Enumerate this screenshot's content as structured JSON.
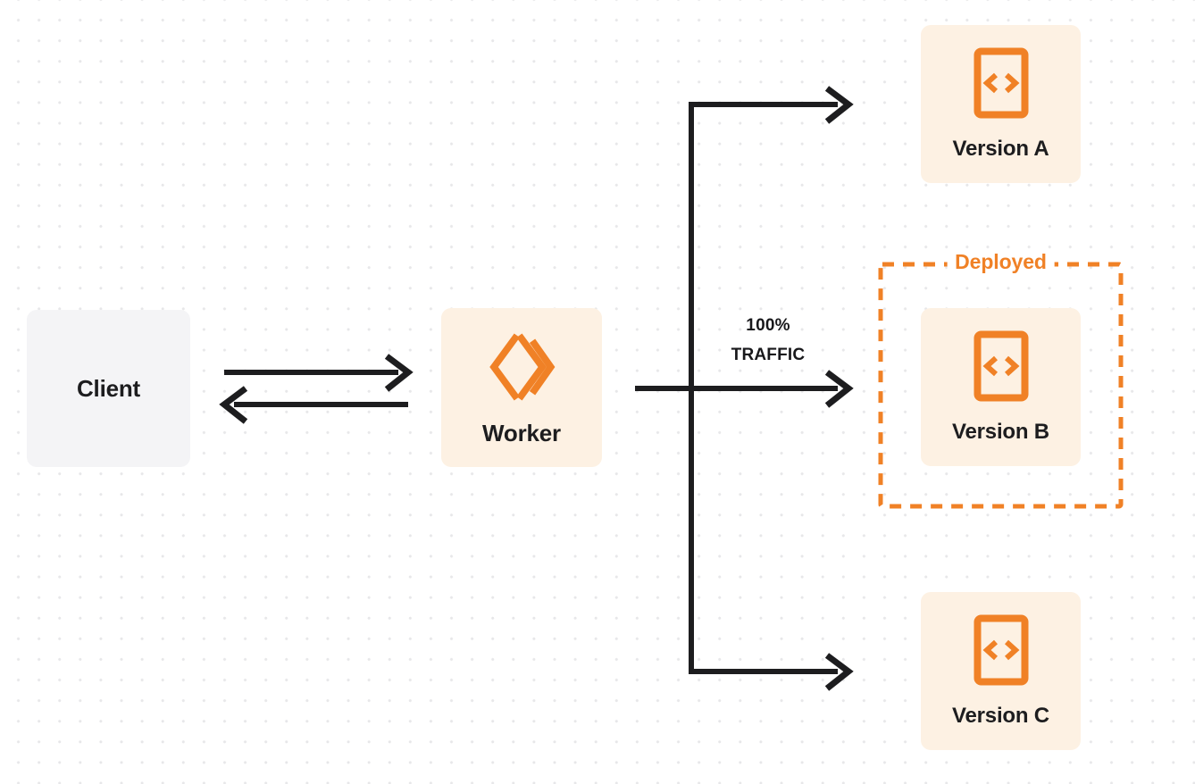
{
  "diagram": {
    "title": "Worker gradual deployment traffic split",
    "accent_color": "#f38020",
    "box_fill_orange": "#fdf1e3",
    "box_fill_gray": "#f4f4f6",
    "line_color": "#1d1d1f",
    "background": "#ffffff",
    "dot_grid_color": "#e7e7e9"
  },
  "client": {
    "label": "Client",
    "icon": "none"
  },
  "worker": {
    "label": "Worker",
    "icon": "cloudflare-workers-logo"
  },
  "request_arrow": {
    "direction": "right",
    "label": ""
  },
  "response_arrow": {
    "direction": "left",
    "label": ""
  },
  "traffic": {
    "percent": "100%",
    "caption": "TRAFFIC"
  },
  "deployed_group": {
    "label": "Deployed",
    "border_style": "dashed",
    "border_color": "#f08126",
    "contains": "Version B"
  },
  "versions": [
    {
      "id": "a",
      "label": "Version A",
      "icon": "code-file-icon",
      "deployed": false,
      "receives_traffic": false
    },
    {
      "id": "b",
      "label": "Version B",
      "icon": "code-file-icon",
      "deployed": true,
      "receives_traffic": true
    },
    {
      "id": "c",
      "label": "Version C",
      "icon": "code-file-icon",
      "deployed": false,
      "receives_traffic": false
    }
  ]
}
